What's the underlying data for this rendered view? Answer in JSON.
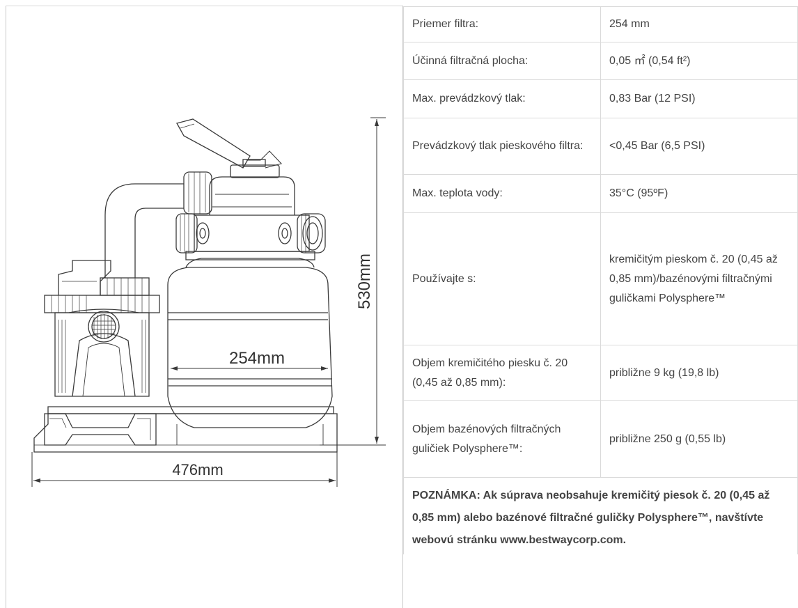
{
  "diagram": {
    "height_label": "530mm",
    "width_label": "476mm",
    "tank_label": "254mm"
  },
  "specs": [
    {
      "label": "Priemer filtra:",
      "value": "254 mm"
    },
    {
      "label": "Účinná filtračná plocha:",
      "value": "0,05 ㎡ (0,54 ft²)"
    },
    {
      "label": "Max. prevádzkový tlak:",
      "value": "0,83 Bar (12 PSI)"
    },
    {
      "label": "Prevádzkový tlak pieskového filtra:",
      "value": "<0,45 Bar (6,5 PSI)"
    },
    {
      "label": "Max. teplota vody:",
      "value": "35°C (95ºF)"
    },
    {
      "label": "Používajte s:",
      "value": "kremičitým pieskom č. 20 (0,45 až 0,85 mm)/bazénovými filtračnými guličkami Polysphere™"
    },
    {
      "label": "Objem kremičitého piesku č. 20 (0,45 až 0,85 mm):",
      "value": "približne 9 kg (19,8 lb)"
    },
    {
      "label": "Objem bazénových filtračných guličiek Polysphere™:",
      "value": "približne 250 g (0,55 lb)"
    }
  ],
  "note": "POZNÁMKA: Ak súprava neobsahuje kremičitý piesok č. 20 (0,45 až 0,85 mm) alebo bazénové filtračné guličky Polysphere™, navštívte webovú stránku www.bestwaycorp.com."
}
